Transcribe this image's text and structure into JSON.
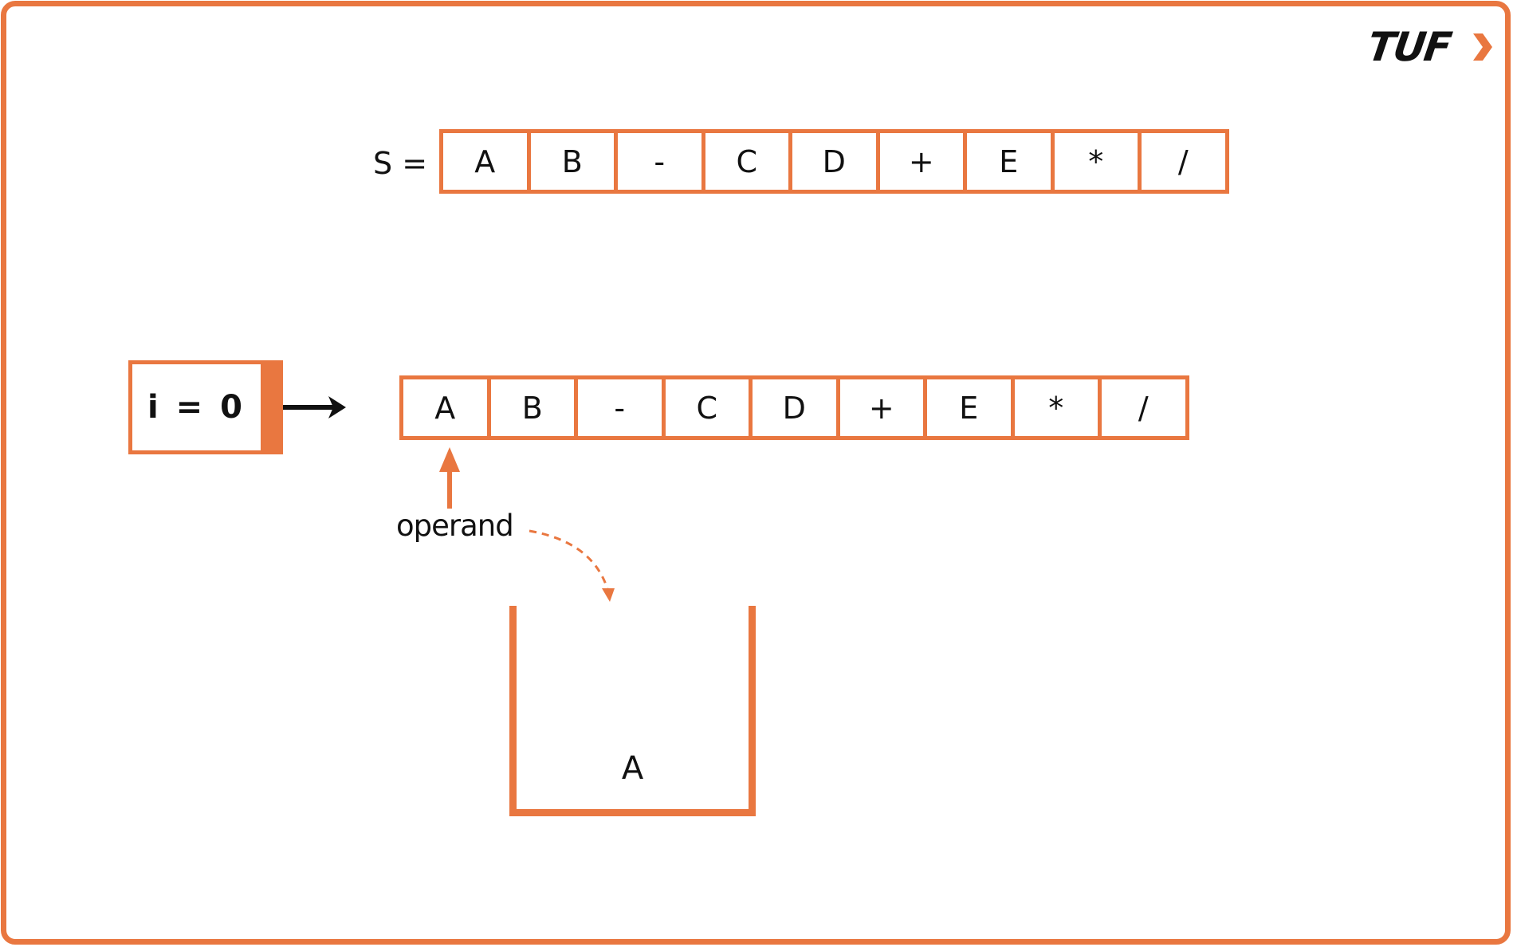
{
  "brand": {
    "logo_text": "TUF",
    "logo_icon": "chevron-right-icon",
    "accent_color": "#E97740",
    "text_color": "#111111"
  },
  "diagram": {
    "title_label": "S =",
    "string_cells": [
      "A",
      "B",
      "-",
      "C",
      "D",
      "+",
      "E",
      "*",
      "/"
    ],
    "index_label": "i = 0",
    "scan_cells": [
      "A",
      "B",
      "-",
      "C",
      "D",
      "+",
      "E",
      "*",
      "/"
    ],
    "pointer_index": 0,
    "pointer_label": "operand",
    "stack_items": [
      "A"
    ]
  }
}
